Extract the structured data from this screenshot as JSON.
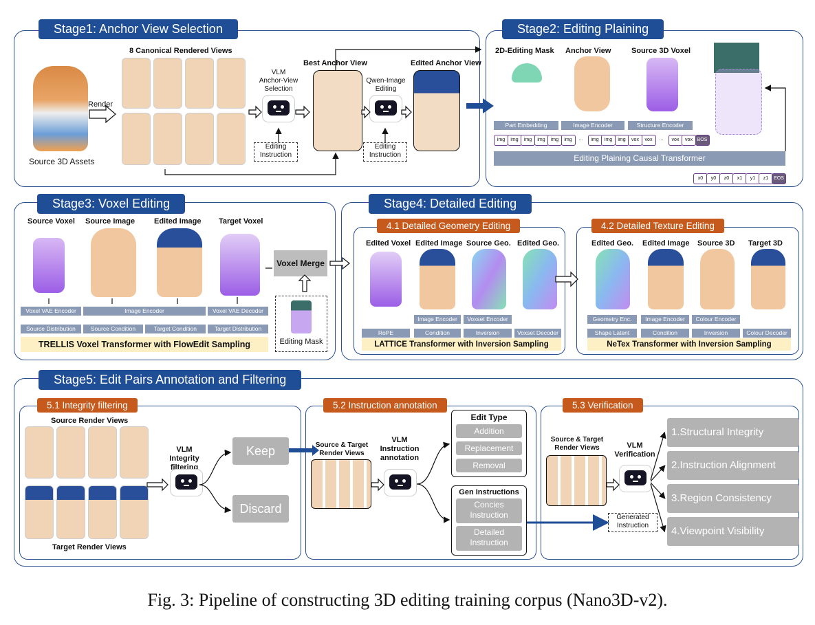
{
  "stage1": {
    "title": "Stage1: Anchor View Selection",
    "source_label": "Source 3D Assets",
    "render_label": "Render",
    "views_label": "8 Canonical Rendered Views",
    "vlm_label": "VLM\nAnchor-View\nSelection",
    "editing_instruction": "Editing\nInstruction",
    "best_anchor": "Best Anchor View",
    "qwen_label": "Qwen-Image\nEditing",
    "edited_anchor": "Edited Anchor View"
  },
  "stage2": {
    "title": "Stage2: Editing Plaining",
    "mask_label": "2D-Editing Mask",
    "anchor_label": "Anchor View",
    "voxel_label": "Source 3D Voxel",
    "part_embedding": "Part Embedding",
    "image_encoder": "Image Encoder",
    "structure_encoder": "Structure Encoder",
    "transformer": "Editing Plaining Causal Transformer",
    "in_tokens": [
      "img",
      "img",
      "img",
      "img",
      "img",
      "img",
      "...",
      "img",
      "img",
      "img",
      "vox",
      "vox",
      "...",
      "vox",
      "vox",
      "BOS"
    ],
    "out_tokens": [
      "x0",
      "y0",
      "z0",
      "x1",
      "y1",
      "z1",
      "EOS"
    ]
  },
  "stage3": {
    "title": "Stage3: Voxel Editing",
    "cols": [
      "Source Voxel",
      "Source Image",
      "Edited Image",
      "Target Voxel"
    ],
    "enc": [
      "Voxel VAE Encoder",
      "Image Encoder",
      "Voxel VAE Decoder"
    ],
    "cond": [
      "Source Distribution",
      "Source Condition",
      "Target Condition",
      "Target Distribution"
    ],
    "bar": "TRELLIS Voxel Transformer with FlowEdit Sampling",
    "merge": "Voxel Merge",
    "mask": "Editing Mask"
  },
  "stage4": {
    "title": "Stage4: Detailed Editing",
    "geo": {
      "title": "4.1 Detailed Geometry Editing",
      "cols": [
        "Edited Voxel",
        "Edited Image",
        "Source Geo.",
        "Edited Geo."
      ],
      "enc": [
        "Image Encoder",
        "Voxset Encoder"
      ],
      "cond": [
        "RoPE",
        "Condition",
        "Inversion",
        "Voxset Decoder"
      ],
      "bar": "LATTICE Transformer with Inversion Sampling"
    },
    "tex": {
      "title": "4.2 Detailed Texture Editing",
      "cols": [
        "Edited Geo.",
        "Edited Image",
        "Source 3D",
        "Target 3D"
      ],
      "enc": [
        "Geometry Enc.",
        "Image Encoder",
        "Colour Encoder"
      ],
      "cond": [
        "Shape Latent",
        "Condition",
        "Inversion",
        "Colour Decoder"
      ],
      "bar": "NeTex Transformer with Inversion Sampling"
    }
  },
  "stage5": {
    "title": "Stage5: Edit Pairs Annotation and Filtering",
    "s51": {
      "title": "5.1 Integrity filtering",
      "source_views": "Source Render Views",
      "target_views": "Target Render Views",
      "vlm": "VLM\nIntegrity filtering",
      "keep": "Keep",
      "discard": "Discard"
    },
    "s52": {
      "title": "5.2 Instruction annotation",
      "views": "Source & Target\nRender Views",
      "vlm": "VLM\nInstruction\nannotation",
      "edit_type": "Edit Type",
      "types": [
        "Addition",
        "Replacement",
        "Removal"
      ],
      "gen": "Gen Instructions",
      "instr": [
        "Concies\nInstruction",
        "Detailed\nInstruction"
      ]
    },
    "s53": {
      "title": "5.3 Verification",
      "views": "Source & Target\nRender Views",
      "vlm": "VLM\nVerification",
      "generated": "Generated\nInstruction",
      "checks": [
        "1.Structural Integrity",
        "2.Instruction Alignment",
        "3.Region Consistency",
        "4.Viewpoint Visibility"
      ]
    }
  },
  "caption": "Fig. 3: Pipeline of constructing 3D editing training corpus (Nano3D-v2).",
  "colors": {
    "stage_title": "#1f4e96",
    "sub_title": "#c65a1c",
    "bar": "#fdf0c4",
    "gray": "#b3b3b3"
  }
}
